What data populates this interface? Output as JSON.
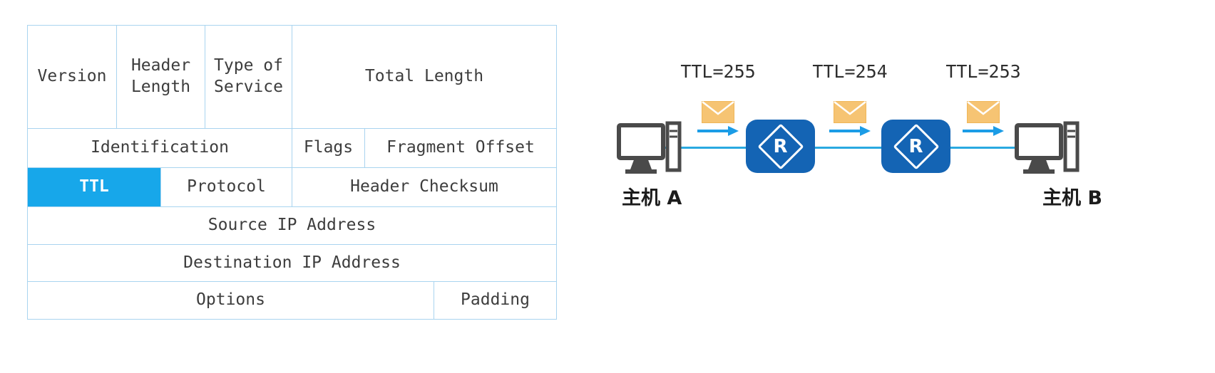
{
  "ip_header": {
    "version": "Version",
    "header_length": "Header Length",
    "type_of_service": "Type of Service",
    "total_length": "Total Length",
    "identification": "Identification",
    "flags": "Flags",
    "fragment_offset": "Fragment Offset",
    "ttl": "TTL",
    "protocol": "Protocol",
    "header_checksum": "Header Checksum",
    "source_ip_address": "Source IP Address",
    "destination_ip_address": "Destination IP Address",
    "options": "Options",
    "padding": "Padding"
  },
  "network": {
    "ttl_labels": [
      "TTL=255",
      "TTL=254",
      "TTL=253"
    ],
    "host_a_label": "主机 A",
    "host_b_label": "主机 B",
    "router_letter": "R"
  },
  "colors": {
    "ttl_highlight": "#17a7ea",
    "table_border": "#a9d4ef",
    "router_blue": "#1464b4",
    "envelope_orange": "#f6c473",
    "arrow_blue": "#1b9ce6",
    "link_line_blue": "#29a9e0",
    "device_gray": "#4a4a4a",
    "text": "#3d3d3d"
  }
}
